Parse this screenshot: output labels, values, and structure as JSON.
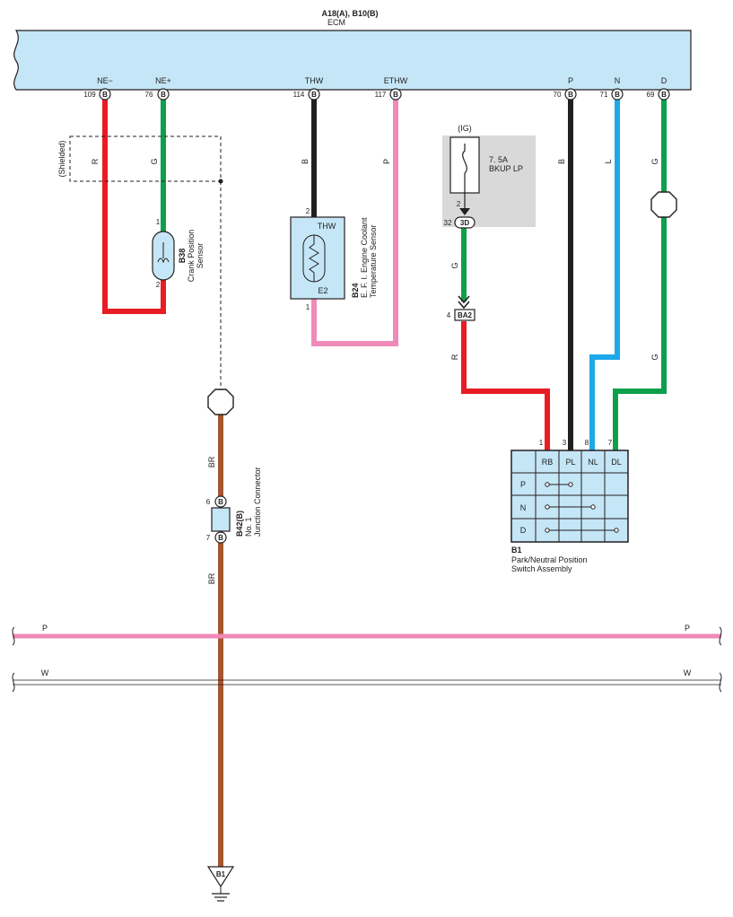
{
  "ecm": {
    "title": "A18(A), B10(B)",
    "subtitle": "ECM",
    "terminals": [
      {
        "name": "NE−",
        "pin": "109",
        "conn": "B"
      },
      {
        "name": "NE+",
        "pin": "76",
        "conn": "B"
      },
      {
        "name": "THW",
        "pin": "114",
        "conn": "B"
      },
      {
        "name": "ETHW",
        "pin": "117",
        "conn": "B"
      },
      {
        "name": "P",
        "pin": "70",
        "conn": "B"
      },
      {
        "name": "N",
        "pin": "71",
        "conn": "B"
      },
      {
        "name": "D",
        "pin": "69",
        "conn": "B"
      }
    ]
  },
  "wire_codes": {
    "ne_minus": "R",
    "ne_plus": "G",
    "thw": "B",
    "ethw": "P",
    "fuse_out": "G",
    "ba2_out": "R",
    "p": "B",
    "n": "L",
    "d_upper": "G",
    "d_lower": "G",
    "ground_upper": "BR",
    "ground_lower": "BR"
  },
  "colors": {
    "ecm_fill": "#c5e6f6",
    "red": "#e81c24",
    "green": "#0da04c",
    "black": "#231f20",
    "pink": "#ef8ab9",
    "blue": "#1ea8e8",
    "brown": "#a65530",
    "fuse_box": "#d9d9da"
  },
  "shielded": {
    "label": "(Shielded)"
  },
  "crank_sensor": {
    "code": "B38",
    "name_line1": "Crank Position",
    "name_line2": "Sensor",
    "pin_top": "1",
    "pin_bottom": "2"
  },
  "coolant_sensor": {
    "code": "B24",
    "name_line1": "E. F. I. Engine Coolant",
    "name_line2": "Temperature Sensor",
    "pin_thw": "2",
    "pin_e2": "1",
    "terminal_top": "THW",
    "terminal_bottom": "E2"
  },
  "fuse": {
    "ig": "(IG)",
    "rating": "7. 5A",
    "name": "BKUP LP",
    "pin_fuse": "2",
    "connector_pin": "32",
    "connector": "3D"
  },
  "ba2": {
    "pin": "4",
    "name": "BA2"
  },
  "junction": {
    "code": "B42(B)",
    "name_line1": "No. 1",
    "name_line2": "Junction Connector",
    "pin_in": "6",
    "pin_out": "7",
    "conn": "B"
  },
  "switch": {
    "code": "B1",
    "name_line1": "Park/Neutral Position",
    "name_line2": "Switch Assembly",
    "pins": [
      "1",
      "3",
      "8",
      "7"
    ],
    "columns": [
      "RB",
      "PL",
      "NL",
      "DL"
    ],
    "rows": [
      "P",
      "N",
      "D"
    ]
  },
  "buses": [
    {
      "code": "P",
      "code_right": "P"
    },
    {
      "code": "W",
      "code_right": "W"
    }
  ],
  "ground": {
    "label": "B1"
  }
}
